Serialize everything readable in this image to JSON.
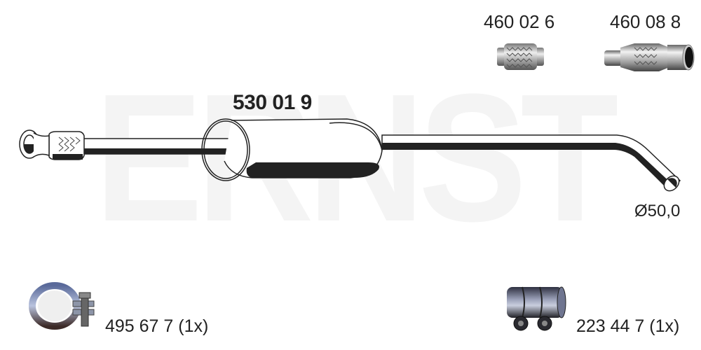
{
  "watermark": {
    "text": "ERNST",
    "color": "#f3f3f3"
  },
  "main_part": {
    "number": "530 01 9",
    "outlet_diameter": "Ø50,0"
  },
  "optional_parts": [
    {
      "number": "460 02 6",
      "type": "flex-pipe-icon"
    },
    {
      "number": "460 08 8",
      "type": "flex-pipe-with-tube-icon"
    }
  ],
  "accessories": [
    {
      "number": "495 67 7 (1x)",
      "type": "pipe-clamp-icon"
    },
    {
      "number": "223 44 7  (1x)",
      "type": "pipe-connector-icon"
    }
  ],
  "colors": {
    "outline": "#222222",
    "text": "#222222",
    "metal": "#9aa3b5",
    "metal_dark": "#3b3e4a"
  }
}
